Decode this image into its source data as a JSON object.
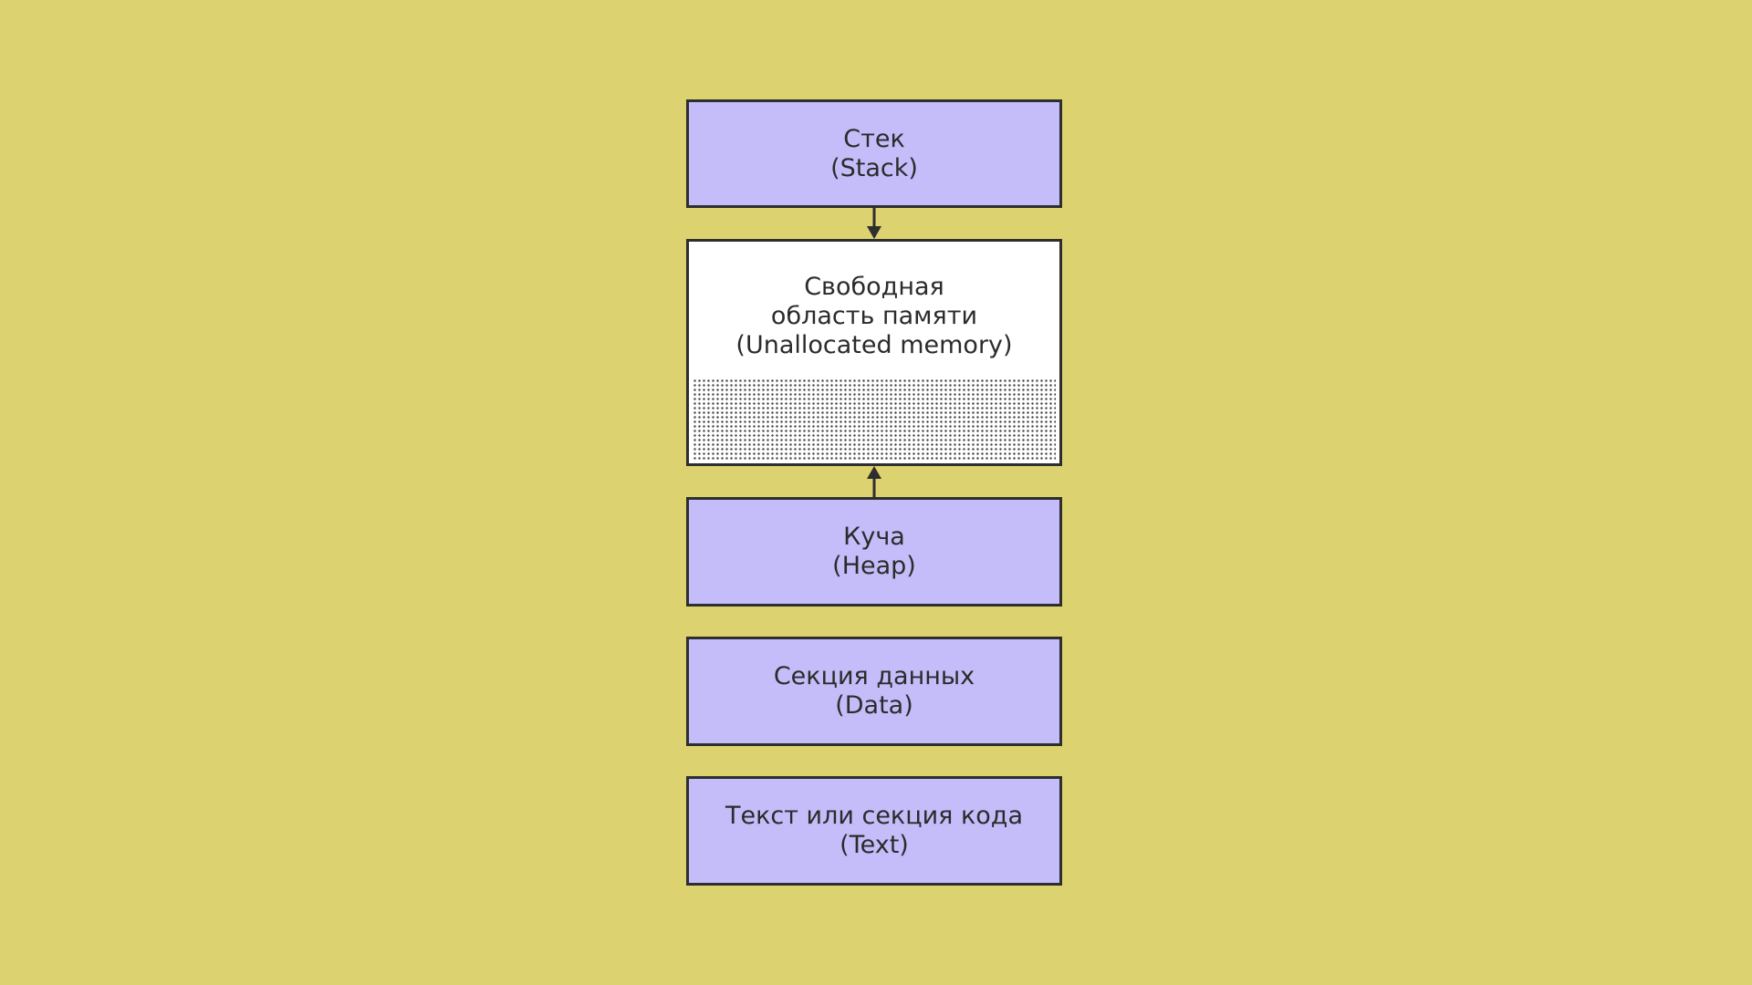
{
  "blocks": {
    "stack": {
      "title": "Стек",
      "subtitle": "(Stack)"
    },
    "free": {
      "line1": "Свободная",
      "line2": "область памяти",
      "line3": "(Unallocated memory)"
    },
    "heap": {
      "title": "Куча",
      "subtitle": "(Heap)"
    },
    "data": {
      "title": "Секция данных",
      "subtitle": "(Data)"
    },
    "text": {
      "title": "Текст или секция кода",
      "subtitle": "(Text)"
    }
  },
  "colors": {
    "background": "#dcd270",
    "segment_fill": "#c5bdfa",
    "free_fill": "#ffffff",
    "stroke": "#2e2e2e"
  }
}
